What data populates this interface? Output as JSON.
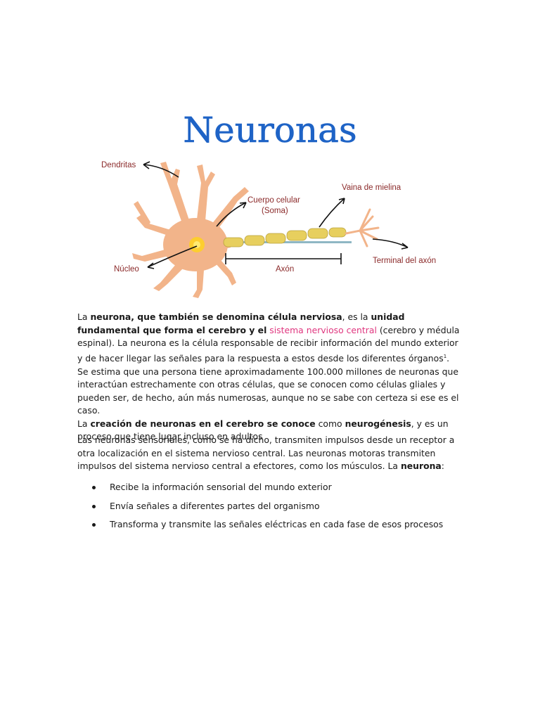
{
  "figure": {
    "title": "Neuronas",
    "labels": {
      "dendritas": "Dendritas",
      "cuerpo1": "Cuerpo celular",
      "cuerpo2": "(Soma)",
      "vaina": "Vaina de mielina",
      "nucleo": "Núcleo",
      "axon": "Axón",
      "terminal": "Terminal del axón"
    },
    "colors": {
      "title": "#1e63c6",
      "cell": "#f2b48a",
      "myelin": "#e7cf5e",
      "label": "#8b2a2a",
      "nucleus": "#ffd21f"
    }
  },
  "p1": {
    "s1": "La ",
    "b1": "neurona, que también se denomina célula nerviosa",
    "s2": ", es la ",
    "b2": "unidad fundamental que forma el cerebro y el",
    "s3": " ",
    "link": "sistema nervioso central",
    "s4": " (cerebro y médula espinal). La neurona es la célula responsable de recibir información del mundo exterior y de hacer llegar las señales para la respuesta a estos desde los diferentes órganos",
    "sup": "1",
    "s5": ".",
    "line2": "Se estima que una persona tiene aproximadamente 100.000 millones de neuronas que interactúan estrechamente con otras células, que se conocen como células gliales y pueden ser, de hecho, aún más numerosas, aunque no se sabe con certeza si ese es el caso.",
    "s6": "La ",
    "b3": "creación de neuronas en el cerebro se conoce",
    "s7": " como ",
    "b4": "neurogénesis",
    "s8": ", y es un proceso que tiene lugar incluso en adultos"
  },
  "p2": {
    "text": "Las neuronas sensoriales, como se ha dicho, transmiten impulsos desde un receptor a otra localización en el sistema nervioso central. Las neuronas motoras transmiten impulsos del sistema nervioso central a efectores, como los músculos. La ",
    "bold": "neurona",
    "end": ":"
  },
  "bullets": [
    "Recibe la información sensorial del mundo exterior",
    "Envía señales a diferentes partes del organismo",
    "Transforma y transmite las señales eléctricas en cada fase de esos procesos"
  ]
}
